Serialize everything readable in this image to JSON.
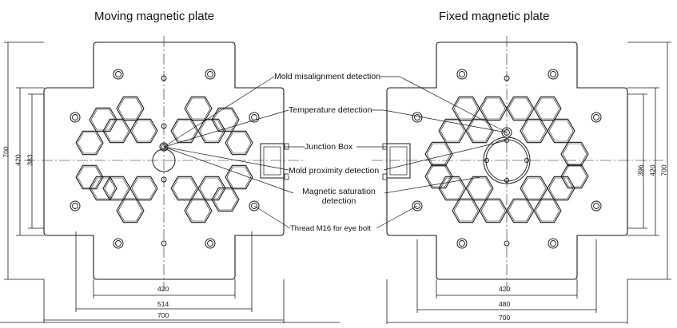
{
  "titles": {
    "moving": "Moving magnetic plate",
    "fixed": "Fixed magnetic plate"
  },
  "callouts": {
    "misalignment": "Mold misalignment detection",
    "temperature": "Temperature detection",
    "junction_box": "Junction Box",
    "proximity": "Mold proximity detection",
    "saturation_line1": "Magnetic saturation",
    "saturation_line2": "detection",
    "thread": "Thread M16 for eye bolt"
  },
  "dimensions": {
    "left_height_outer": "700",
    "left_height_mid": "420",
    "left_height_inner": "383",
    "left_width_inner": "420",
    "left_width_mid": "514",
    "left_width_outer": "700",
    "right_height_inner": "396",
    "right_height_mid": "420",
    "right_height_outer": "700",
    "right_width_inner": "420",
    "right_width_mid": "480",
    "right_width_outer": "700"
  },
  "colors": {
    "line": "#1a1a1a",
    "background": "#ffffff"
  }
}
